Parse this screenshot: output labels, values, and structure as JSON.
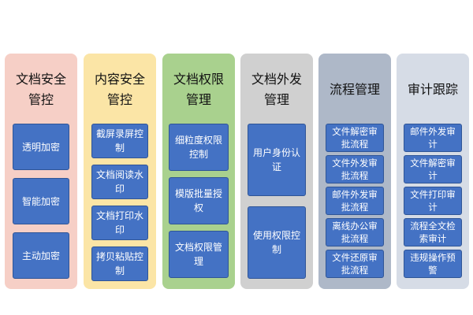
{
  "columns": [
    {
      "title": "文档安全\n管控",
      "bg": "#f6cfc6",
      "items": [
        "透明加密",
        "智能加密",
        "主动加密"
      ]
    },
    {
      "title": "内容安全\n管控",
      "bg": "#fbe5a6",
      "items": [
        "截屏录屏控\n制",
        "文档阅读水\n印",
        "文档打印水\n印",
        "拷贝粘贴控\n制"
      ]
    },
    {
      "title": "文档权限\n管理",
      "bg": "#a9d18e",
      "items": [
        "细粒度权限\n控制",
        "模版批量授\n权",
        "文档权限管理"
      ]
    },
    {
      "title": "文档外发\n管理",
      "bg": "#d0d0d0",
      "items": [
        "用户身份认\n证",
        "使用权限控\n制"
      ]
    },
    {
      "title": "流程管理",
      "bg": "#aeb8c8",
      "items": [
        "文件解密审\n批流程",
        "文件外发审\n批流程",
        "邮件外发审\n批流程",
        "离线办公审\n批流程",
        "文件还原审\n批流程"
      ]
    },
    {
      "title": "审计跟踪",
      "bg": "#d6dce6",
      "items": [
        "邮件外发审\n计",
        "文件解密审\n计",
        "文件打印审\n计",
        "流程全文检\n索审计",
        "违规操作预\n警"
      ]
    }
  ]
}
